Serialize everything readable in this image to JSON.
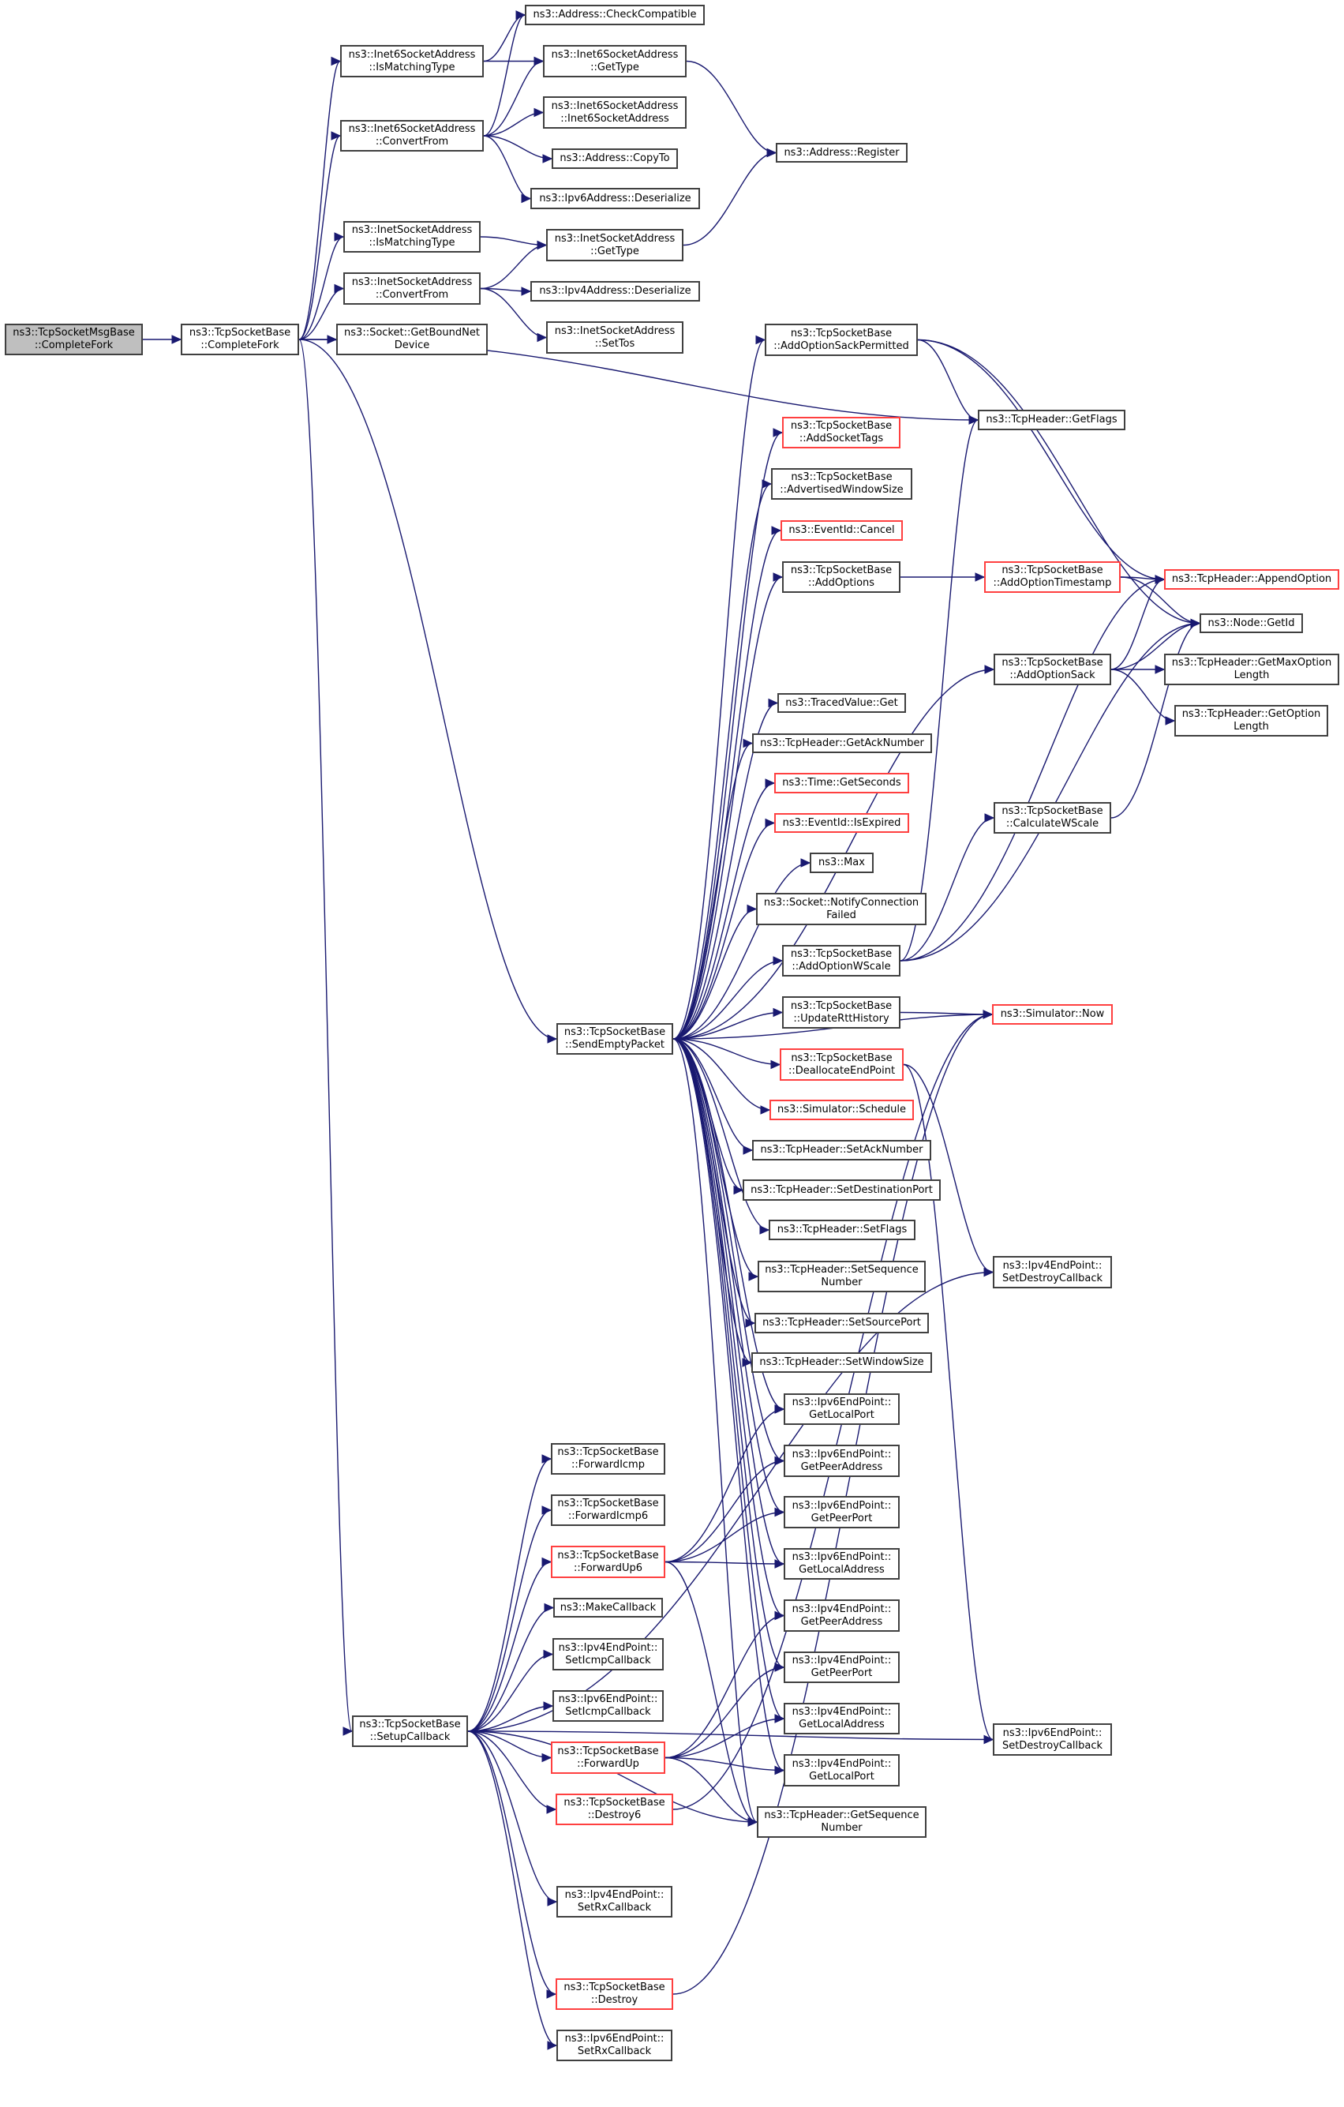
{
  "graph": {
    "type": "call-graph",
    "edge_color": "#191970",
    "highlight_border_color": "#ff0000",
    "root_fill": "#bfbfbf",
    "nodes": [
      {
        "id": "root",
        "label": "ns3::TcpSocketMsgBase\n::CompleteFork",
        "style": "root"
      },
      {
        "id": "completefork",
        "label": "ns3::TcpSocketBase\n::CompleteFork",
        "style": "normal"
      },
      {
        "id": "checkcompat",
        "label": "ns3::Address::CheckCompatible",
        "style": "normal"
      },
      {
        "id": "i6match",
        "label": "ns3::Inet6SocketAddress\n::IsMatchingType",
        "style": "normal"
      },
      {
        "id": "i6gettype",
        "label": "ns3::Inet6SocketAddress\n::GetType",
        "style": "normal"
      },
      {
        "id": "i6ctor",
        "label": "ns3::Inet6SocketAddress\n::Inet6SocketAddress",
        "style": "normal"
      },
      {
        "id": "i6convert",
        "label": "ns3::Inet6SocketAddress\n::ConvertFrom",
        "style": "normal"
      },
      {
        "id": "copyto",
        "label": "ns3::Address::CopyTo",
        "style": "normal"
      },
      {
        "id": "ip6deser",
        "label": "ns3::Ipv6Address::Deserialize",
        "style": "normal"
      },
      {
        "id": "register",
        "label": "ns3::Address::Register",
        "style": "normal"
      },
      {
        "id": "i4match",
        "label": "ns3::InetSocketAddress\n::IsMatchingType",
        "style": "normal"
      },
      {
        "id": "i4gettype",
        "label": "ns3::InetSocketAddress\n::GetType",
        "style": "normal"
      },
      {
        "id": "i4convert",
        "label": "ns3::InetSocketAddress\n::ConvertFrom",
        "style": "normal"
      },
      {
        "id": "ip4deser",
        "label": "ns3::Ipv4Address::Deserialize",
        "style": "normal"
      },
      {
        "id": "boundnet",
        "label": "ns3::Socket::GetBoundNet\nDevice",
        "style": "normal"
      },
      {
        "id": "settos",
        "label": "ns3::InetSocketAddress\n::SetTos",
        "style": "normal"
      },
      {
        "id": "sackperm",
        "label": "ns3::TcpSocketBase\n::AddOptionSackPermitted",
        "style": "normal"
      },
      {
        "id": "getflags",
        "label": "ns3::TcpHeader::GetFlags",
        "style": "normal"
      },
      {
        "id": "sockettags",
        "label": "ns3::TcpSocketBase\n::AddSocketTags",
        "style": "red"
      },
      {
        "id": "advwin",
        "label": "ns3::TcpSocketBase\n::AdvertisedWindowSize",
        "style": "normal"
      },
      {
        "id": "cancel",
        "label": "ns3::EventId::Cancel",
        "style": "red"
      },
      {
        "id": "addoptions",
        "label": "ns3::TcpSocketBase\n::AddOptions",
        "style": "normal"
      },
      {
        "id": "timestamp",
        "label": "ns3::TcpSocketBase\n::AddOptionTimestamp",
        "style": "red"
      },
      {
        "id": "appendopt",
        "label": "ns3::TcpHeader::AppendOption",
        "style": "red"
      },
      {
        "id": "nodegetid",
        "label": "ns3::Node::GetId",
        "style": "normal"
      },
      {
        "id": "addsack",
        "label": "ns3::TcpSocketBase\n::AddOptionSack",
        "style": "normal"
      },
      {
        "id": "maxoptlen",
        "label": "ns3::TcpHeader::GetMaxOption\nLength",
        "style": "normal"
      },
      {
        "id": "optlen",
        "label": "ns3::TcpHeader::GetOption\nLength",
        "style": "normal"
      },
      {
        "id": "tracedget",
        "label": "ns3::TracedValue::Get",
        "style": "normal"
      },
      {
        "id": "getack",
        "label": "ns3::TcpHeader::GetAckNumber",
        "style": "normal"
      },
      {
        "id": "getseconds",
        "label": "ns3::Time::GetSeconds",
        "style": "red"
      },
      {
        "id": "isexpired",
        "label": "ns3::EventId::IsExpired",
        "style": "red"
      },
      {
        "id": "max",
        "label": "ns3::Max",
        "style": "normal"
      },
      {
        "id": "notifyfail",
        "label": "ns3::Socket::NotifyConnection\nFailed",
        "style": "normal"
      },
      {
        "id": "wscale",
        "label": "ns3::TcpSocketBase\n::AddOptionWScale",
        "style": "normal"
      },
      {
        "id": "calcwscale",
        "label": "ns3::TcpSocketBase\n::CalculateWScale",
        "style": "normal"
      },
      {
        "id": "rtthist",
        "label": "ns3::TcpSocketBase\n::UpdateRttHistory",
        "style": "normal"
      },
      {
        "id": "simnow",
        "label": "ns3::Simulator::Now",
        "style": "red"
      },
      {
        "id": "dealloc",
        "label": "ns3::TcpSocketBase\n::DeallocateEndPoint",
        "style": "red"
      },
      {
        "id": "sendempty",
        "label": "ns3::TcpSocketBase\n::SendEmptyPacket",
        "style": "normal"
      },
      {
        "id": "schedule",
        "label": "ns3::Simulator::Schedule",
        "style": "red"
      },
      {
        "id": "setack",
        "label": "ns3::TcpHeader::SetAckNumber",
        "style": "normal"
      },
      {
        "id": "setdst",
        "label": "ns3::TcpHeader::SetDestinationPort",
        "style": "normal"
      },
      {
        "id": "setflags",
        "label": "ns3::TcpHeader::SetFlags",
        "style": "normal"
      },
      {
        "id": "setseq",
        "label": "ns3::TcpHeader::SetSequence\nNumber",
        "style": "normal"
      },
      {
        "id": "setsrc",
        "label": "ns3::TcpHeader::SetSourcePort",
        "style": "normal"
      },
      {
        "id": "setwin",
        "label": "ns3::TcpHeader::SetWindowSize",
        "style": "normal"
      },
      {
        "id": "ip4destroycb",
        "label": "ns3::Ipv4EndPoint::\nSetDestroyCallback",
        "style": "normal"
      },
      {
        "id": "ip6lport",
        "label": "ns3::Ipv6EndPoint::\nGetLocalPort",
        "style": "normal"
      },
      {
        "id": "ip6paddr",
        "label": "ns3::Ipv6EndPoint::\nGetPeerAddress",
        "style": "normal"
      },
      {
        "id": "ip6pport",
        "label": "ns3::Ipv6EndPoint::\nGetPeerPort",
        "style": "normal"
      },
      {
        "id": "ip6laddr",
        "label": "ns3::Ipv6EndPoint::\nGetLocalAddress",
        "style": "normal"
      },
      {
        "id": "ip4paddr",
        "label": "ns3::Ipv4EndPoint::\nGetPeerAddress",
        "style": "normal"
      },
      {
        "id": "ip4pport",
        "label": "ns3::Ipv4EndPoint::\nGetPeerPort",
        "style": "normal"
      },
      {
        "id": "ip4laddr",
        "label": "ns3::Ipv4EndPoint::\nGetLocalAddress",
        "style": "normal"
      },
      {
        "id": "ip4lport",
        "label": "ns3::Ipv4EndPoint::\nGetLocalPort",
        "style": "normal"
      },
      {
        "id": "getseq",
        "label": "ns3::TcpHeader::GetSequence\nNumber",
        "style": "normal"
      },
      {
        "id": "ip6destroycb",
        "label": "ns3::Ipv6EndPoint::\nSetDestroyCallback",
        "style": "normal"
      },
      {
        "id": "fwdicmp",
        "label": "ns3::TcpSocketBase\n::ForwardIcmp",
        "style": "normal"
      },
      {
        "id": "fwdicmp6",
        "label": "ns3::TcpSocketBase\n::ForwardIcmp6",
        "style": "normal"
      },
      {
        "id": "fwdup6",
        "label": "ns3::TcpSocketBase\n::ForwardUp6",
        "style": "red"
      },
      {
        "id": "makecb",
        "label": "ns3::MakeCallback",
        "style": "normal"
      },
      {
        "id": "ip4icmpcb",
        "label": "ns3::Ipv4EndPoint::\nSetIcmpCallback",
        "style": "normal"
      },
      {
        "id": "ip6icmpcb",
        "label": "ns3::Ipv6EndPoint::\nSetIcmpCallback",
        "style": "normal"
      },
      {
        "id": "fwdup",
        "label": "ns3::TcpSocketBase\n::ForwardUp",
        "style": "red"
      },
      {
        "id": "setupcb",
        "label": "ns3::TcpSocketBase\n::SetupCallback",
        "style": "normal"
      },
      {
        "id": "destroy6",
        "label": "ns3::TcpSocketBase\n::Destroy6",
        "style": "red"
      },
      {
        "id": "ip4rxcb",
        "label": "ns3::Ipv4EndPoint::\nSetRxCallback",
        "style": "normal"
      },
      {
        "id": "destroy",
        "label": "ns3::TcpSocketBase\n::Destroy",
        "style": "red"
      },
      {
        "id": "ip6rxcb",
        "label": "ns3::Ipv6EndPoint::\nSetRxCallback",
        "style": "normal"
      }
    ],
    "edges": [
      [
        "root",
        "completefork"
      ],
      [
        "completefork",
        "i6match"
      ],
      [
        "completefork",
        "i6convert"
      ],
      [
        "completefork",
        "i4match"
      ],
      [
        "completefork",
        "i4convert"
      ],
      [
        "completefork",
        "boundnet"
      ],
      [
        "completefork",
        "getflags"
      ],
      [
        "completefork",
        "sendempty"
      ],
      [
        "completefork",
        "setupcb"
      ],
      [
        "i6match",
        "checkcompat"
      ],
      [
        "i6match",
        "i6gettype"
      ],
      [
        "i6convert",
        "checkcompat"
      ],
      [
        "i6convert",
        "i6gettype"
      ],
      [
        "i6convert",
        "i6ctor"
      ],
      [
        "i6convert",
        "copyto"
      ],
      [
        "i6convert",
        "ip6deser"
      ],
      [
        "i6gettype",
        "register"
      ],
      [
        "i4gettype",
        "register"
      ],
      [
        "i4match",
        "i4gettype"
      ],
      [
        "i4convert",
        "i4gettype"
      ],
      [
        "i4convert",
        "ip4deser"
      ],
      [
        "i4convert",
        "settos"
      ],
      [
        "sackperm",
        "getflags"
      ],
      [
        "sackperm",
        "appendopt"
      ],
      [
        "sackperm",
        "nodegetid"
      ],
      [
        "addoptions",
        "timestamp"
      ],
      [
        "timestamp",
        "appendopt"
      ],
      [
        "timestamp",
        "nodegetid"
      ],
      [
        "addsack",
        "appendopt"
      ],
      [
        "addsack",
        "nodegetid"
      ],
      [
        "addsack",
        "maxoptlen"
      ],
      [
        "addsack",
        "optlen"
      ],
      [
        "calcwscale",
        "nodegetid"
      ],
      [
        "wscale",
        "getflags"
      ],
      [
        "wscale",
        "calcwscale"
      ],
      [
        "wscale",
        "appendopt"
      ],
      [
        "wscale",
        "nodegetid"
      ],
      [
        "rtthist",
        "simnow"
      ],
      [
        "dealloc",
        "ip4destroycb"
      ],
      [
        "dealloc",
        "ip6destroycb"
      ],
      [
        "sendempty",
        "sackperm"
      ],
      [
        "sendempty",
        "sockettags"
      ],
      [
        "sendempty",
        "advwin"
      ],
      [
        "sendempty",
        "cancel"
      ],
      [
        "sendempty",
        "addoptions"
      ],
      [
        "sendempty",
        "addsack"
      ],
      [
        "sendempty",
        "simnow"
      ],
      [
        "sendempty",
        "tracedget"
      ],
      [
        "sendempty",
        "getack"
      ],
      [
        "sendempty",
        "getseconds"
      ],
      [
        "sendempty",
        "isexpired"
      ],
      [
        "sendempty",
        "max"
      ],
      [
        "sendempty",
        "notifyfail"
      ],
      [
        "sendempty",
        "wscale"
      ],
      [
        "sendempty",
        "rtthist"
      ],
      [
        "sendempty",
        "dealloc"
      ],
      [
        "sendempty",
        "schedule"
      ],
      [
        "sendempty",
        "setack"
      ],
      [
        "sendempty",
        "setdst"
      ],
      [
        "sendempty",
        "setflags"
      ],
      [
        "sendempty",
        "setseq"
      ],
      [
        "sendempty",
        "setsrc"
      ],
      [
        "sendempty",
        "setwin"
      ],
      [
        "sendempty",
        "ip6lport"
      ],
      [
        "sendempty",
        "ip6paddr"
      ],
      [
        "sendempty",
        "ip6pport"
      ],
      [
        "sendempty",
        "ip6laddr"
      ],
      [
        "sendempty",
        "ip4paddr"
      ],
      [
        "sendempty",
        "ip4pport"
      ],
      [
        "sendempty",
        "ip4laddr"
      ],
      [
        "sendempty",
        "ip4lport"
      ],
      [
        "sendempty",
        "getseq"
      ],
      [
        "fwdup6",
        "ip6lport"
      ],
      [
        "fwdup6",
        "ip6paddr"
      ],
      [
        "fwdup6",
        "ip6pport"
      ],
      [
        "fwdup6",
        "ip6laddr"
      ],
      [
        "fwdup6",
        "getseq"
      ],
      [
        "fwdup",
        "ip4paddr"
      ],
      [
        "fwdup",
        "ip4pport"
      ],
      [
        "fwdup",
        "ip4laddr"
      ],
      [
        "fwdup",
        "ip4lport"
      ],
      [
        "fwdup",
        "getseq"
      ],
      [
        "setupcb",
        "fwdicmp"
      ],
      [
        "setupcb",
        "fwdicmp6"
      ],
      [
        "setupcb",
        "fwdup6"
      ],
      [
        "setupcb",
        "makecb"
      ],
      [
        "setupcb",
        "ip4icmpcb"
      ],
      [
        "setupcb",
        "ip6icmpcb"
      ],
      [
        "setupcb",
        "fwdup"
      ],
      [
        "setupcb",
        "destroy6"
      ],
      [
        "setupcb",
        "ip4rxcb"
      ],
      [
        "setupcb",
        "destroy"
      ],
      [
        "setupcb",
        "ip6rxcb"
      ],
      [
        "setupcb",
        "ip4destroycb"
      ],
      [
        "setupcb",
        "ip6destroycb"
      ],
      [
        "setupcb",
        "getseq"
      ],
      [
        "destroy6",
        "simnow"
      ],
      [
        "destroy",
        "simnow"
      ]
    ]
  }
}
